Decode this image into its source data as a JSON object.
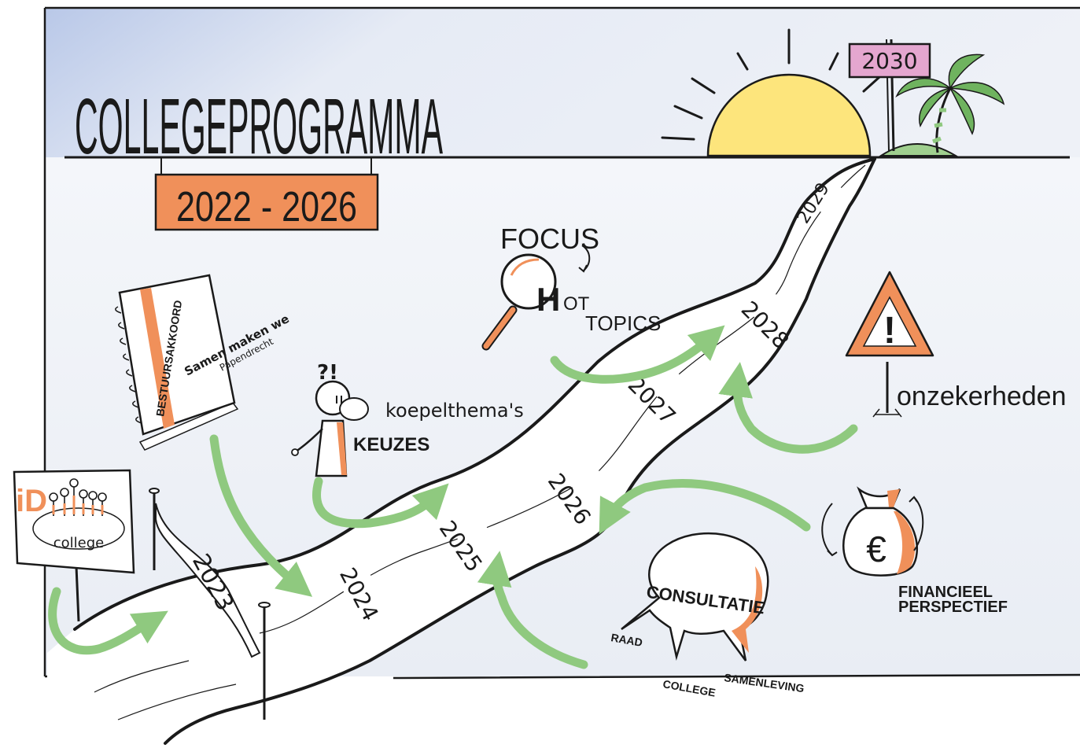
{
  "title": "COLLEGEPROGRAMMA",
  "period": "2022 - 2026",
  "signpost": "2030",
  "years": [
    "2023",
    "2024",
    "2025",
    "2026",
    "2027",
    "2028",
    "2029"
  ],
  "bestuursakkoord": {
    "title": "BESTUURSAKKOORD",
    "subtitle_line1": "Samen maken we",
    "subtitle_line2": "Papendrecht"
  },
  "college_board": {
    "logo": "iD",
    "label": "college"
  },
  "keuzes": {
    "exclaim": "?!",
    "label": "KEUZES",
    "theme": "koepelthema's"
  },
  "focus": {
    "focus_label": "FOCUS",
    "hot_h": "H",
    "hot_rest": "OT",
    "topics": "TOPICS"
  },
  "onzekerheden": {
    "mark": "!",
    "label": "onzekerheden"
  },
  "financieel": {
    "symbol": "€",
    "line1": "FINANCIEEL",
    "line2": "PERSPECTIEF"
  },
  "consultatie": {
    "label": "CONSULTATIE",
    "raad": "RAAD",
    "college": "COLLEGE",
    "samenleving": "SAMENLEVING"
  },
  "colors": {
    "orange": "#f0905a",
    "green": "#8fc97f",
    "sun": "#fde57c",
    "sky": "#c7d3ec",
    "sign": "#e4a6cf",
    "ink": "#1a1a1a"
  }
}
